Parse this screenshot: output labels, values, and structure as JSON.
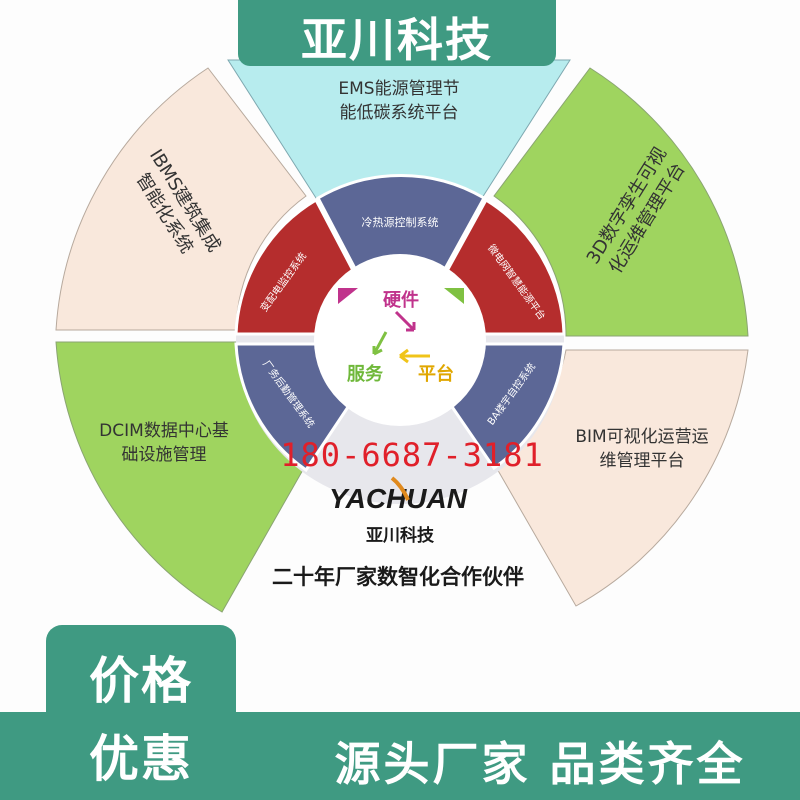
{
  "banner": {
    "title": "亚川科技"
  },
  "outer_ring": [
    {
      "lines": [
        "EMS能源管理节",
        "能低碳系统平台"
      ]
    },
    {
      "lines": [
        "3D数字孪生可视",
        "化运维管理平台"
      ]
    },
    {
      "lines": [
        "BIM可视化运营运",
        "维管理平台"
      ]
    },
    {
      "lines": [
        "DCIM数据中心基",
        "础设施管理"
      ]
    },
    {
      "lines": [
        "IBMS建筑集成",
        "智能化系统"
      ]
    }
  ],
  "inner_ring": [
    {
      "label": "冷热源控制系统"
    },
    {
      "label": "微电网智慧能源平台"
    },
    {
      "label": "BA楼宇自控系统"
    },
    {
      "label": "厂务后勤管理系统"
    },
    {
      "label": "变配电监控系统"
    }
  ],
  "center": {
    "hardware": "硬件",
    "service": "服务",
    "platform": "平台"
  },
  "phone": "180-6687-3181",
  "logo": {
    "wordmark": "YACHUAN",
    "name": "亚川科技"
  },
  "slogan": "二十年厂家数智化合作伙伴",
  "bottom": {
    "price_line1": "价格",
    "price_line2": "优惠",
    "tagline": "源头厂家  品类齐全"
  },
  "colors": {
    "teal": "#3f9a82",
    "cyan": "#b7ecee",
    "green": "#9fd45f",
    "beige": "#f9e8dc",
    "red": "#b52d2d",
    "navy": "#5c6796",
    "phone_red": "#e0202a"
  }
}
